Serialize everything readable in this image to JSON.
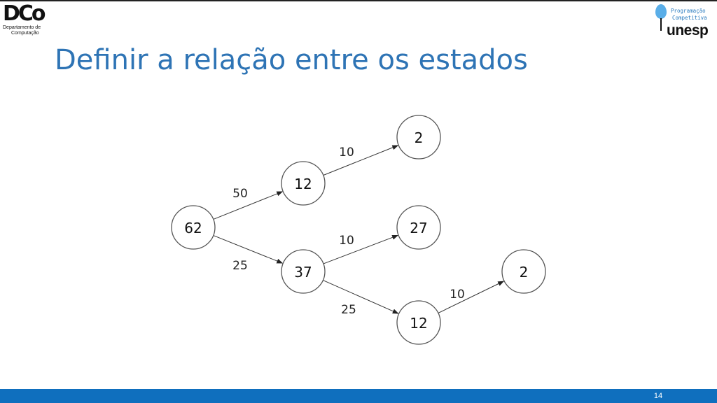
{
  "header": {
    "left_logo": {
      "mark": "DCo",
      "line1": "Departamento de",
      "line2": "Computação"
    },
    "right_logo": {
      "line1": "Programação",
      "line2": "Competitiva",
      "wordmark": "unesp",
      "icon": "balloon-icon"
    }
  },
  "title": "Definir a relação entre os estados",
  "diagram": {
    "nodes": [
      {
        "id": "n62",
        "label": "62"
      },
      {
        "id": "n12a",
        "label": "12"
      },
      {
        "id": "n37",
        "label": "37"
      },
      {
        "id": "n2a",
        "label": "2"
      },
      {
        "id": "n27",
        "label": "27"
      },
      {
        "id": "n12b",
        "label": "12"
      },
      {
        "id": "n2b",
        "label": "2"
      }
    ],
    "edges": [
      {
        "from": "n62",
        "to": "n12a",
        "label": "50"
      },
      {
        "from": "n62",
        "to": "n37",
        "label": "25"
      },
      {
        "from": "n12a",
        "to": "n2a",
        "label": "10"
      },
      {
        "from": "n37",
        "to": "n27",
        "label": "10"
      },
      {
        "from": "n37",
        "to": "n12b",
        "label": "25"
      },
      {
        "from": "n12b",
        "to": "n2b",
        "label": "10"
      }
    ]
  },
  "footer": {
    "page_number": "14",
    "bar_color": "#0f6fbe"
  },
  "colors": {
    "title": "#2e74b5",
    "balloon": "#5aaee8"
  }
}
